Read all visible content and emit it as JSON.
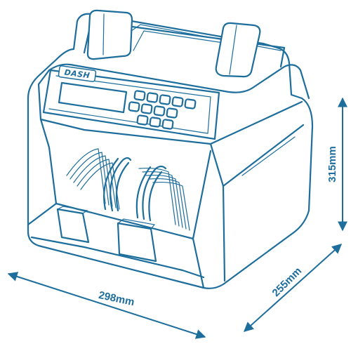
{
  "brand": "DASH",
  "dimensions": {
    "width": "298mm",
    "depth": "255mm",
    "height": "315mm"
  },
  "colors": {
    "accent": "#1d6e9c",
    "background": "#ffffff"
  }
}
